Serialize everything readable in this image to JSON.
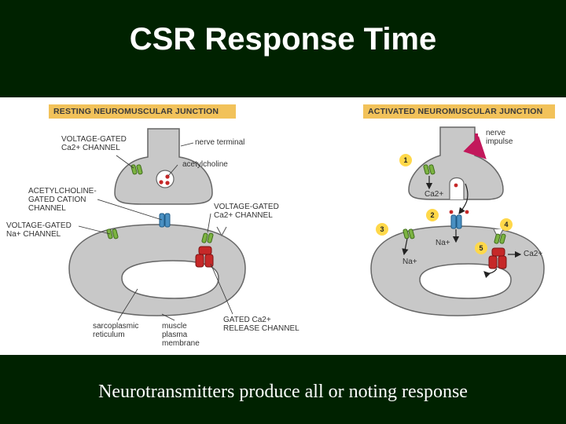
{
  "slide": {
    "title": "CSR Response Time",
    "caption": "Neurotransmitters produce all or noting response"
  },
  "colors": {
    "background": "#002200",
    "tissue": "#c8c8c8",
    "outline": "#666666",
    "label_band": "#f2c25a",
    "calcium_channel": "#7cb342",
    "cation_channel": "#4a90c2",
    "release_channel": "#c62828",
    "impulse": "#c2185b",
    "step_badge": "#ffd84a"
  },
  "diagram": {
    "resting": {
      "heading": "RESTING NEUROMUSCULAR JUNCTION",
      "labels": {
        "vg_ca_channel_top": "VOLTAGE-GATED\nCa2+ CHANNEL",
        "nerve_terminal": "nerve terminal",
        "acetylcholine": "acetylcholine",
        "ach_gated_channel": "ACETYLCHOLINE-\nGATED CATION\nCHANNEL",
        "vg_na_channel": "VOLTAGE-GATED\nNa+ CHANNEL",
        "vg_ca_channel_mid": "VOLTAGE-GATED\nCa2+ CHANNEL",
        "sarcoplasmic_reticulum": "sarcoplasmic\nreticulum",
        "muscle_membrane": "muscle\nplasma\nmembrane",
        "release_channel": "GATED Ca2+\nRELEASE CHANNEL"
      }
    },
    "activated": {
      "heading": "ACTIVATED NEUROMUSCULAR JUNCTION",
      "labels": {
        "nerve_impulse": "nerve\nimpulse",
        "ca_ion_top": "Ca2+",
        "na_ion_center": "Na+",
        "na_ion_left": "Na+",
        "ca_ion_right": "Ca2+"
      },
      "steps": [
        "1",
        "2",
        "3",
        "4",
        "5"
      ]
    }
  }
}
